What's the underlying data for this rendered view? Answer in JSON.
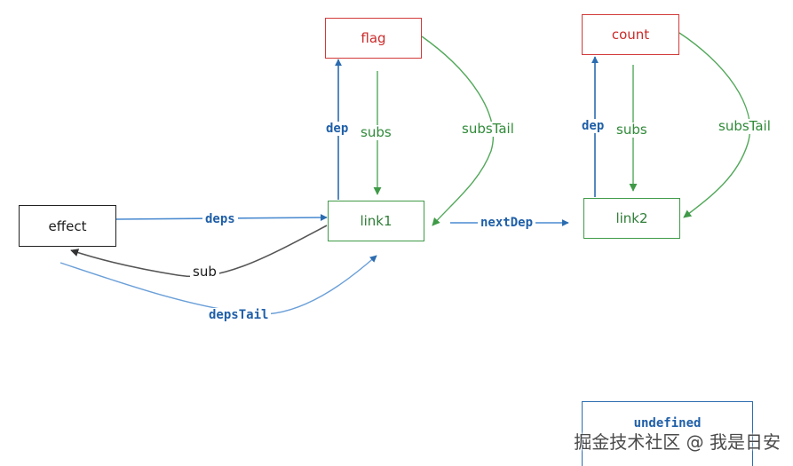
{
  "nodes": {
    "effect": "effect",
    "flag": "flag",
    "count": "count",
    "link1": "link1",
    "link2": "link2",
    "undefined": "undefined"
  },
  "labels": {
    "deps": "deps",
    "sub": "sub",
    "depsTail": "depsTail",
    "nextDep": "nextDep",
    "dep_left": "dep",
    "subs_left": "subs",
    "subsTail_left": "subsTail",
    "dep_right": "dep",
    "subs_right": "subs",
    "subsTail_right": "subsTail"
  },
  "watermark": "掘金技术社区 @ 我是日安",
  "colors": {
    "blue": "#2b6cb0",
    "green": "#3f9a47",
    "red": "#d23a3a",
    "black": "#222222"
  }
}
